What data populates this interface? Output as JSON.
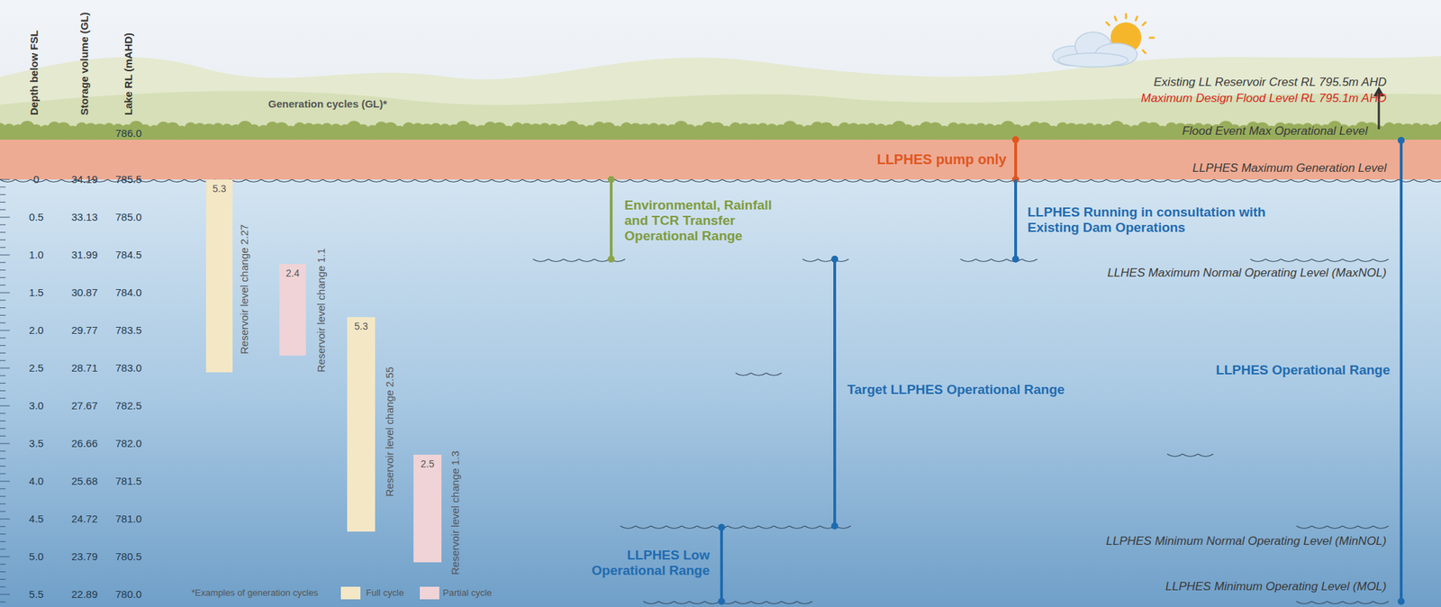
{
  "diagram": {
    "nodes": [
      {
        "text": [
          "5.3",
          "Reservoir level change 2.27"
        ]
      },
      {
        "text": [
          "2.4",
          "Reservoir level change 1.1"
        ]
      },
      {
        "text": [
          "5.3",
          "Reservoir level change 2.55"
        ]
      },
      {
        "text": [
          "2.5",
          "Reservoir level change 1.3"
        ]
      }
    ],
    "labels": [
      "Depth below FSL",
      "Storage volume (GL)",
      "Lake RL (mAHD)",
      "786.0",
      "0",
      "34.19",
      "785.5",
      "0.5",
      "33.13",
      "785.0",
      "1.0",
      "31.99",
      "784.5",
      "1.5",
      "30.87",
      "784.0",
      "2.0",
      "29.77",
      "783.5",
      "2.5",
      "28.71",
      "783.0",
      "3.0",
      "27.67",
      "782.5",
      "3.5",
      "26.66",
      "782.0",
      "4.0",
      "25.68",
      "781.5",
      "4.5",
      "24.72",
      "781.0",
      "5.0",
      "23.79",
      "780.5",
      "5.5",
      "22.89",
      "780.0",
      "Generation cycles (GL)*",
      "*Examples of generation cycles",
      "Existing LL Reservoir Crest RL 795.5m AHD",
      "Maximum Design Flood Level RL 795.1m AHD",
      "Flood Event Max Operational Level",
      "LLPHES pump only",
      "LLPHES Maximum Generation Level",
      "Environmental, Rainfall and TCR Transfer Operational Range",
      "LLPHES Running in consultation with Existing Dam Operations",
      "LLHES Maximum Normal Operating Level (MaxNOL)",
      "Target LLPHES Operational Range",
      "LLPHES Operational Range",
      "LLPHES Minimum Normal Operating Level (MinNOL)",
      "LLPHES Low Operational Range",
      "LLPHES Minimum Operating Level (MOL)"
    ],
    "legend": [
      {
        "text": "Full cycle",
        "color": "#f3e7c6"
      },
      {
        "text": "Partial cycle",
        "color": "#efd3d6"
      }
    ]
  }
}
